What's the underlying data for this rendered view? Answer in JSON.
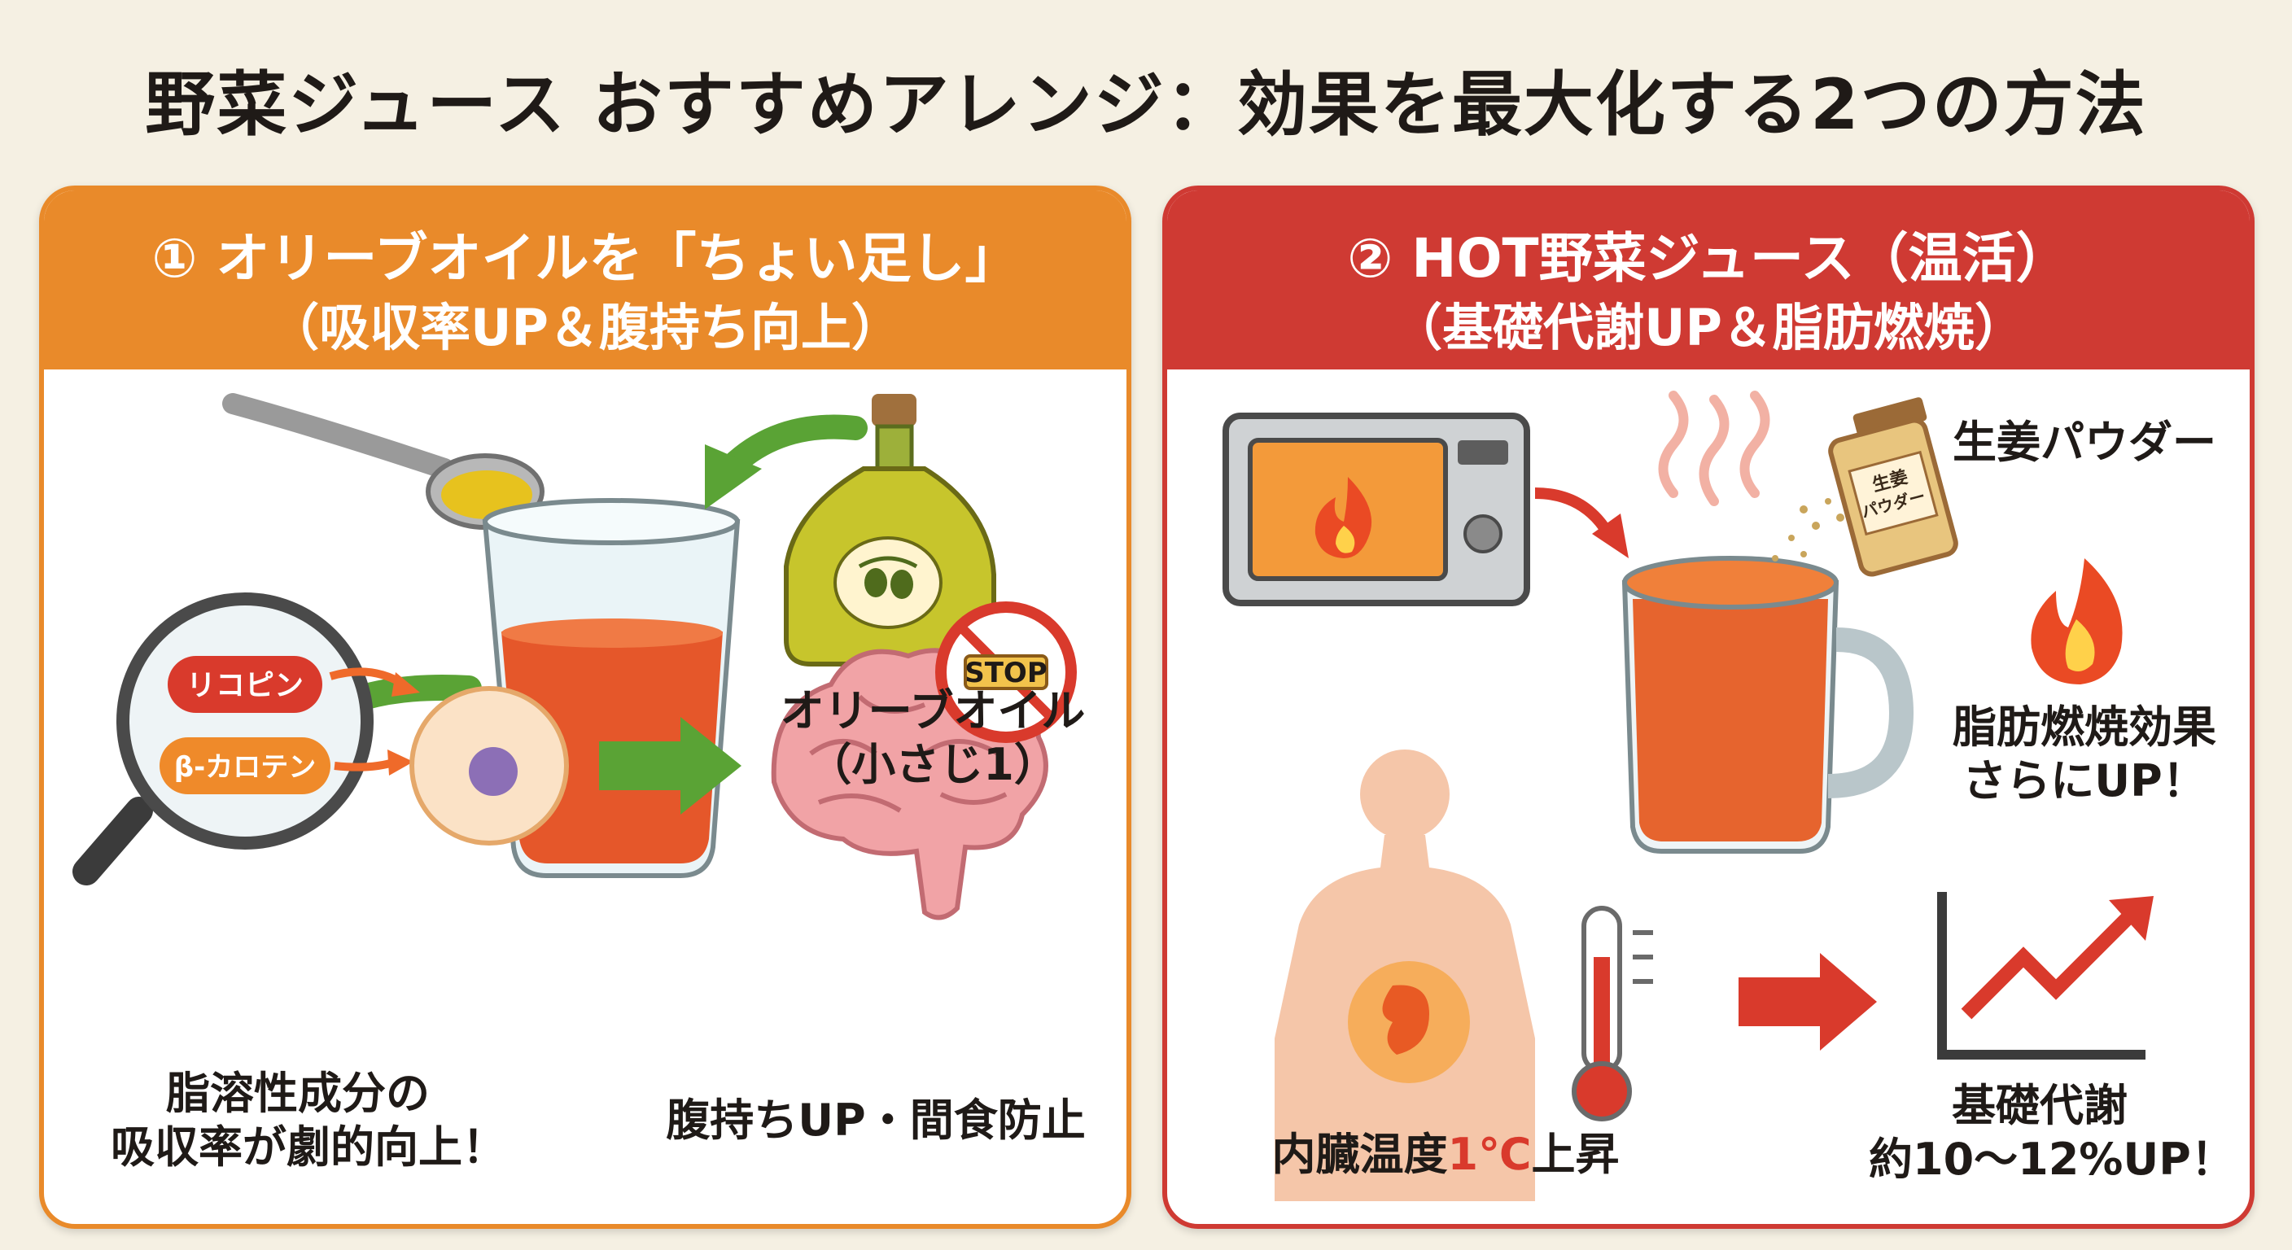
{
  "title": "野菜ジュース おすすめアレンジ：効果を最大化する2つの方法",
  "left_card": {
    "heading_line1": "① オリーブオイルを「ちょい足し」",
    "heading_line2": "（吸収率UP＆腹持ち向上）",
    "olive_oil_label_line1": "オリーブオイル",
    "olive_oil_label_line2": "（小さじ1）",
    "lycopene_label": "リコピン",
    "betacarotene_label": "β-カロテン",
    "absorption_line1": "脂溶性成分の",
    "absorption_line2": "吸収率が劇的向上！",
    "satiety_label": "腹持ちUP・間食防止",
    "stop_sign_text": "STOP",
    "accent_color": "#e98a2a"
  },
  "right_card": {
    "heading_line1": "② HOT野菜ジュース（温活）",
    "heading_line2": "（基礎代謝UP＆脂肪燃焼）",
    "ginger_label": "生姜パウダー",
    "ginger_jar_text_line1": "生姜",
    "ginger_jar_text_line2": "パウダー",
    "fat_burn_line1": "脂肪燃焼効果",
    "fat_burn_line2": "さらにUP！",
    "temp_prefix": "内臓温度",
    "temp_value": "1℃",
    "temp_suffix": "上昇",
    "metabolism_line1": "基礎代謝",
    "metabolism_line2": "約10〜12%UP！",
    "accent_color": "#cf3a33"
  }
}
